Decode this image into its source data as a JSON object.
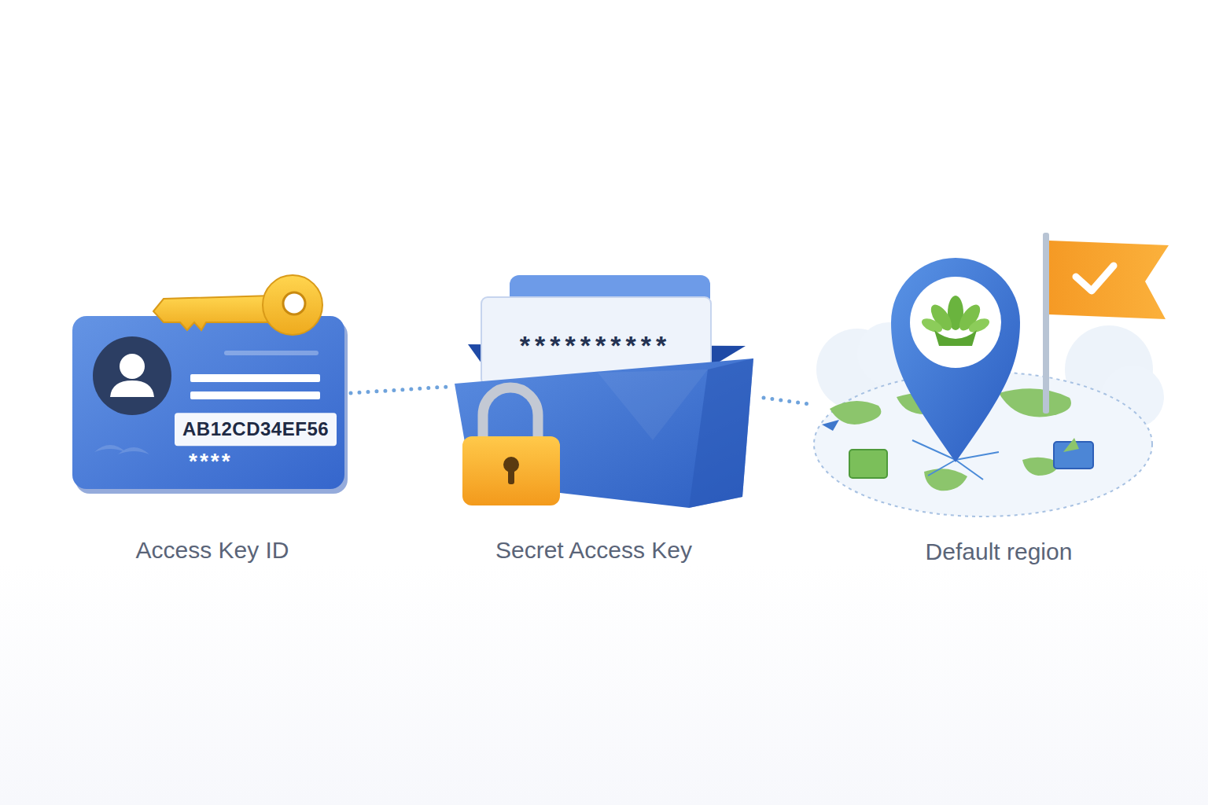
{
  "diagram": {
    "nodes": [
      {
        "text": [
          "AB12CD34EF56",
          "****",
          "Access Key ID"
        ]
      },
      {
        "text": [
          "**********",
          "Secret Access Key"
        ]
      },
      {
        "text": [
          "Default region"
        ]
      }
    ],
    "edges": [
      {
        "from": 0,
        "to": 1,
        "arrow": "none"
      },
      {
        "from": 1,
        "to": 2,
        "arrow": "none"
      }
    ]
  }
}
